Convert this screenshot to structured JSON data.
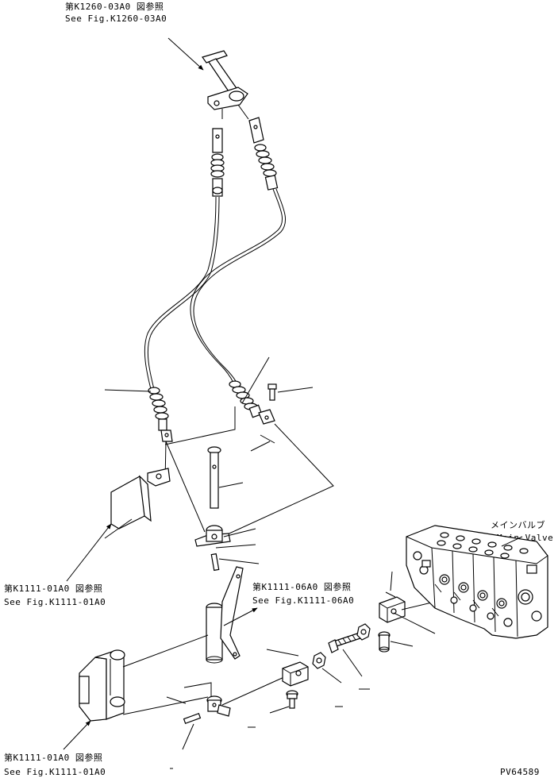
{
  "refs": {
    "top_jp": "第K1260-03A0 図参照",
    "top_en": "See Fig.K1260-03A0",
    "left_jp": "第K1111-01A0 図参照",
    "left_en": "See Fig.K1111-01A0",
    "mid_jp": "第K1111-06A0 図参照",
    "mid_en": "See Fig.K1111-06A0",
    "bottom_jp": "第K1111-01A0 図参照",
    "bottom_en": "See Fig.K1111-01A0"
  },
  "main_valve": {
    "jp": "メインバルブ",
    "en": "Main Valve"
  },
  "drawing_id": "PV64589"
}
